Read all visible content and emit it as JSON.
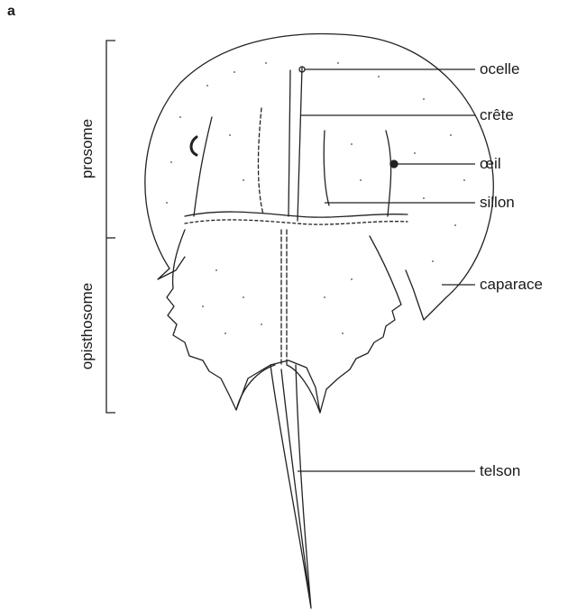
{
  "figure": {
    "panel_label": "a",
    "labels": {
      "ocelle": "ocelle",
      "crete": "crête",
      "oeil": "œil",
      "sillon": "sillon",
      "caparace": "caparace",
      "telson": "telson"
    },
    "regions": {
      "prosome": "prosome",
      "opisthosome": "opisthosome"
    }
  }
}
